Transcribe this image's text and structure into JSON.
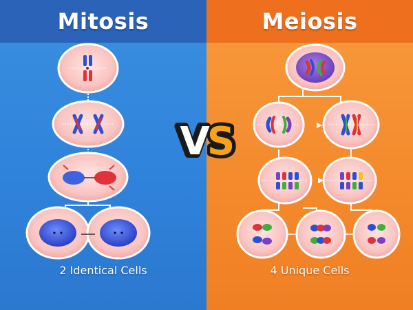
{
  "mitosis": {
    "title": "Mitosis",
    "caption": "2 Identical Cells",
    "color": "#2f82da"
  },
  "meiosis": {
    "title": "Meiosis",
    "caption": "4 Unique Cells",
    "color": "#f48a2c"
  },
  "versus": {
    "label": "VS",
    "colors": [
      "#ffffff",
      "#f7a21b"
    ]
  }
}
